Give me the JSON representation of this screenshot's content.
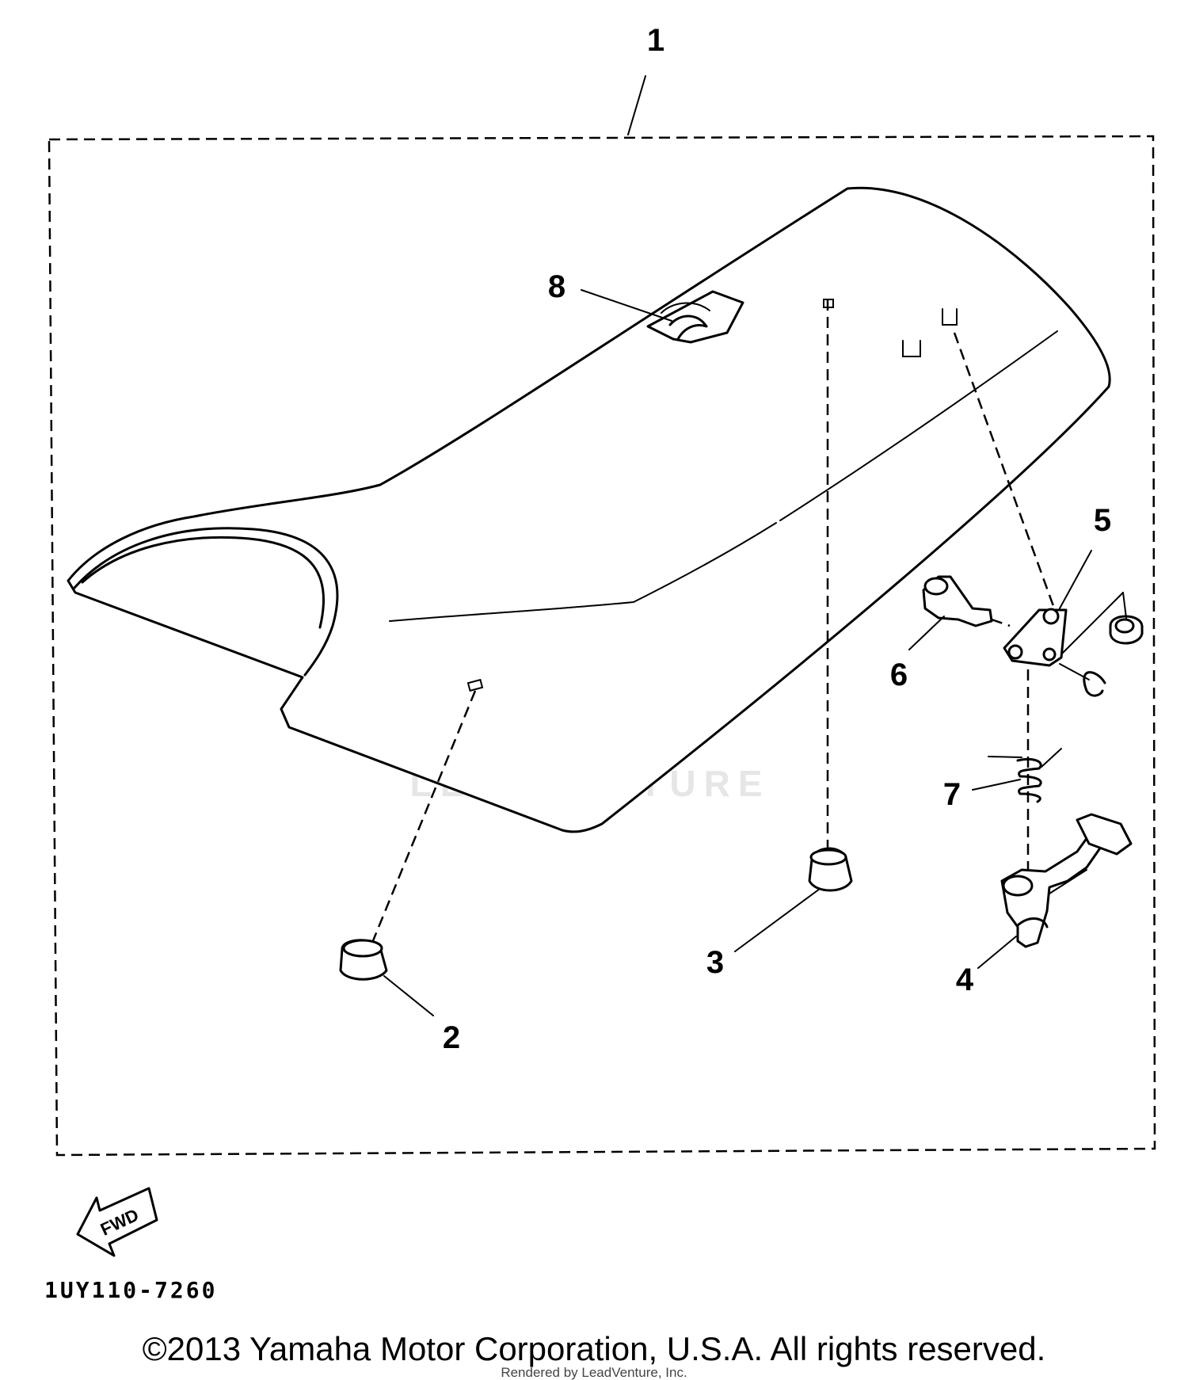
{
  "labels": {
    "p1": "1",
    "p2": "2",
    "p3": "3",
    "p4": "4",
    "p5": "5",
    "p6": "6",
    "p7": "7",
    "p8": "8"
  },
  "fwd_label": "FWD",
  "diagram_code": "1UY110-7260",
  "copyright": "©2013 Yamaha Motor Corporation, U.S.A. All rights reserved.",
  "rendered_by": "Rendered by LeadVenture, Inc.",
  "watermark": "LEADVENTURE",
  "colors": {
    "line": "#000000",
    "background": "#ffffff",
    "watermark": "#e6e6e6"
  }
}
